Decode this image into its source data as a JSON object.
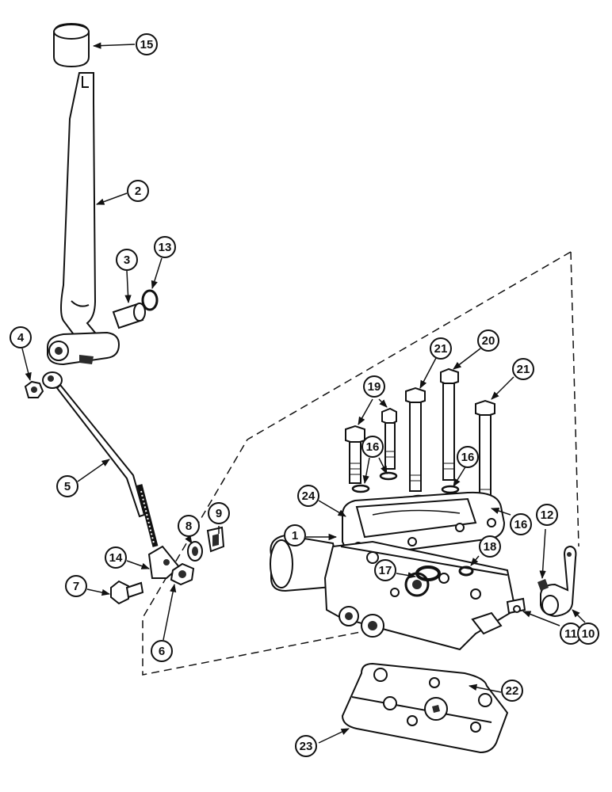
{
  "diagram": {
    "callouts": [
      {
        "id": "c15",
        "label": "15"
      },
      {
        "id": "c2",
        "label": "2"
      },
      {
        "id": "c3",
        "label": "3"
      },
      {
        "id": "c13",
        "label": "13"
      },
      {
        "id": "c4",
        "label": "4"
      },
      {
        "id": "c5",
        "label": "5"
      },
      {
        "id": "c14",
        "label": "14"
      },
      {
        "id": "c8",
        "label": "8"
      },
      {
        "id": "c9",
        "label": "9"
      },
      {
        "id": "c7",
        "label": "7"
      },
      {
        "id": "c6",
        "label": "6"
      },
      {
        "id": "c21a",
        "label": "21"
      },
      {
        "id": "c20",
        "label": "20"
      },
      {
        "id": "c21b",
        "label": "21"
      },
      {
        "id": "c19",
        "label": "19"
      },
      {
        "id": "c16a",
        "label": "16"
      },
      {
        "id": "c16b",
        "label": "16"
      },
      {
        "id": "c16c",
        "label": "16"
      },
      {
        "id": "c24",
        "label": "24"
      },
      {
        "id": "c1",
        "label": "1"
      },
      {
        "id": "c12",
        "label": "12"
      },
      {
        "id": "c18",
        "label": "18"
      },
      {
        "id": "c17",
        "label": "17"
      },
      {
        "id": "c11",
        "label": "11"
      },
      {
        "id": "c10",
        "label": "10"
      },
      {
        "id": "c22",
        "label": "22"
      },
      {
        "id": "c23",
        "label": "23"
      }
    ]
  }
}
